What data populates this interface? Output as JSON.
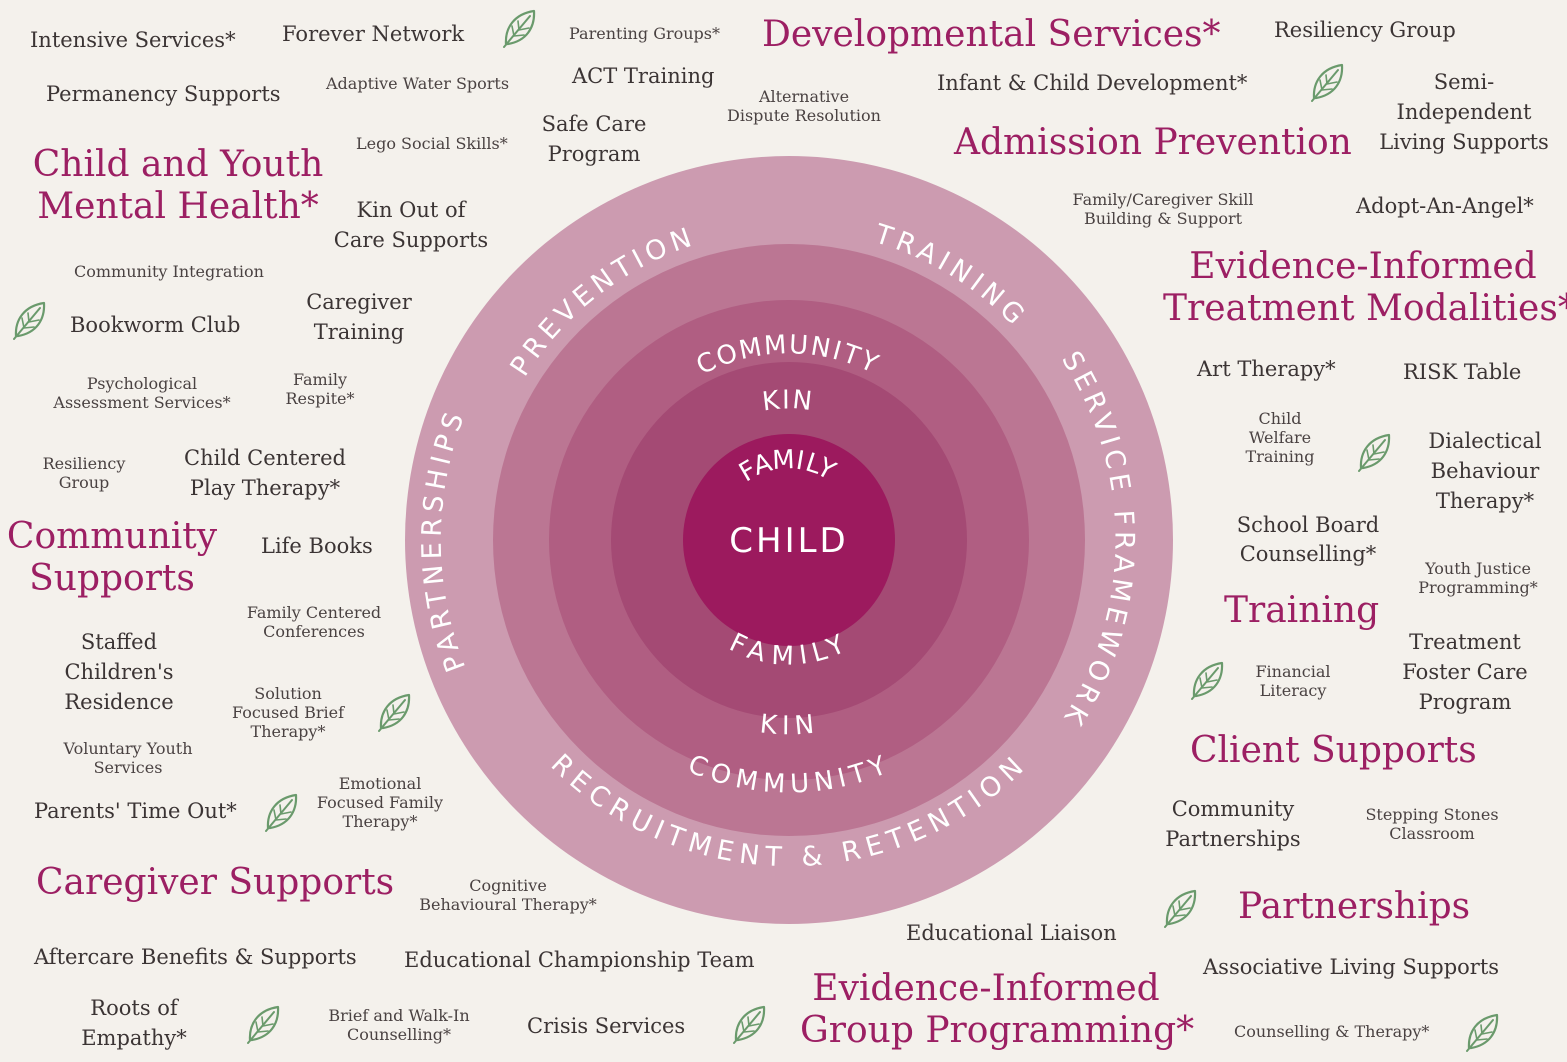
{
  "colors": {
    "background": "#f4f1ec",
    "heading": "#9c1f63",
    "ring_outer": "#cc9bb0",
    "ring_community": "#bb7693",
    "ring_kin": "#b05e82",
    "ring_family": "#a44a74",
    "center": "#9c1a5e",
    "leaf": "#6a9a6c"
  },
  "center": {
    "label": "CHILD",
    "ring_labels": {
      "community_top": "COMMUNITY",
      "kin_top": "KIN",
      "family_top": "FAMILY",
      "family_bottom": "FAMILY",
      "kin_bottom": "KIN",
      "community_bottom": "COMMUNITY"
    },
    "outer_labels": {
      "prevention": "PREVENTION",
      "training": "TRAINING",
      "service_framework": "SERVICE FRAMEWORK",
      "recruitment_retention": "RECRUITMENT & RETENTION",
      "partnerships": "PARTNERSHIPS"
    }
  },
  "headings": {
    "developmental_services": "Developmental Services*",
    "admission_prevention": "Admission Prevention",
    "child_youth_mental_health_1": "Child and Youth",
    "child_youth_mental_health_2": "Mental Health*",
    "evidence_treatment_1": "Evidence-Informed",
    "evidence_treatment_2": "Treatment Modalities*",
    "community_supports_1": "Community",
    "community_supports_2": "Supports",
    "training": "Training",
    "client_supports": "Client Supports",
    "caregiver_supports": "Caregiver Supports",
    "partnerships": "Partnerships",
    "evidence_group_1": "Evidence-Informed",
    "evidence_group_2": "Group Programming*"
  },
  "items": {
    "intensive_services": "Intensive Services*",
    "forever_network": "Forever Network",
    "parenting_groups": "Parenting Groups*",
    "resiliency_group_top": "Resiliency Group",
    "permanency_supports": "Permanency Supports",
    "adaptive_water_sports": "Adaptive Water Sports",
    "act_training": "ACT Training",
    "alternative_dispute_1": "Alternative",
    "alternative_dispute_2": "Dispute Resolution",
    "infant_child_development": "Infant & Child Development*",
    "semi_independent_1": "Semi-",
    "semi_independent_2": "Independent",
    "semi_independent_3": "Living Supports",
    "lego_social_skills": "Lego Social Skills*",
    "safe_care_1": "Safe Care",
    "safe_care_2": "Program",
    "kin_out_of_care_1": "Kin Out of",
    "kin_out_of_care_2": "Care Supports",
    "family_caregiver_skill_1": "Family/Caregiver Skill",
    "family_caregiver_skill_2": "Building & Support",
    "adopt_an_angel": "Adopt-An-Angel*",
    "community_integration": "Community Integration",
    "bookworm_club": "Bookworm Club",
    "caregiver_training_1": "Caregiver",
    "caregiver_training_2": "Training",
    "psychological_assessment_1": "Psychological",
    "psychological_assessment_2": "Assessment Services*",
    "family_respite_1": "Family",
    "family_respite_2": "Respite*",
    "art_therapy": "Art Therapy*",
    "risk_table": "RISK Table",
    "child_welfare_training_1": "Child",
    "child_welfare_training_2": "Welfare",
    "child_welfare_training_3": "Training",
    "dbt_1": "Dialectical",
    "dbt_2": "Behaviour",
    "dbt_3": "Therapy*",
    "resiliency_group_left_1": "Resiliency",
    "resiliency_group_left_2": "Group",
    "child_centered_play_1": "Child Centered",
    "child_centered_play_2": "Play Therapy*",
    "school_board_counselling_1": "School Board",
    "school_board_counselling_2": "Counselling*",
    "life_books": "Life Books",
    "youth_justice_1": "Youth Justice",
    "youth_justice_2": "Programming*",
    "family_centered_conferences_1": "Family Centered",
    "family_centered_conferences_2": "Conferences",
    "staffed_residence_1": "Staffed",
    "staffed_residence_2": "Children's",
    "staffed_residence_3": "Residence",
    "financial_literacy_1": "Financial",
    "financial_literacy_2": "Literacy",
    "treatment_foster_care_1": "Treatment",
    "treatment_foster_care_2": "Foster Care",
    "treatment_foster_care_3": "Program",
    "solution_focused_1": "Solution",
    "solution_focused_2": "Focused Brief",
    "solution_focused_3": "Therapy*",
    "voluntary_youth_1": "Voluntary Youth",
    "voluntary_youth_2": "Services",
    "emotional_focused_1": "Emotional",
    "emotional_focused_2": "Focused Family",
    "emotional_focused_3": "Therapy*",
    "parents_time_out": "Parents' Time Out*",
    "community_partnerships_1": "Community",
    "community_partnerships_2": "Partnerships",
    "stepping_stones_1": "Stepping Stones",
    "stepping_stones_2": "Classroom",
    "cbt_1": "Cognitive",
    "cbt_2": "Behavioural Therapy*",
    "educational_liaison": "Educational Liaison",
    "aftercare_benefits": "Aftercare Benefits & Supports",
    "educational_championship": "Educational Championship Team",
    "associative_living": "Associative Living Supports",
    "roots_of_empathy_1": "Roots of",
    "roots_of_empathy_2": "Empathy*",
    "brief_walk_in_1": "Brief and Walk-In",
    "brief_walk_in_2": "Counselling*",
    "crisis_services": "Crisis Services",
    "counselling_therapy": "Counselling & Therapy*"
  }
}
